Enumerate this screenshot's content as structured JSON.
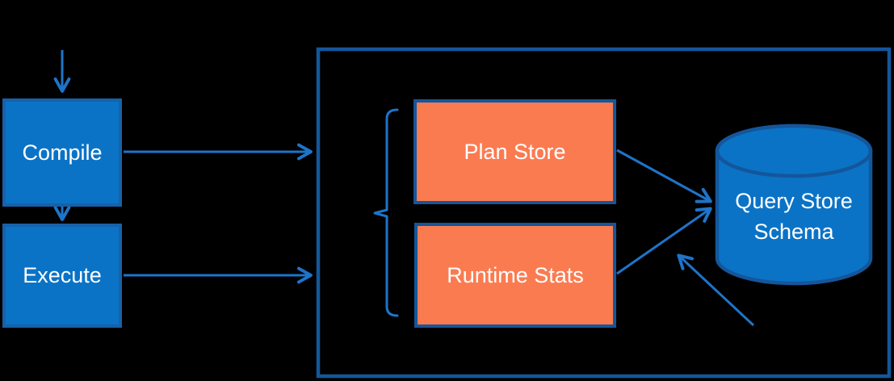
{
  "diagram": {
    "nodes": {
      "compile": {
        "label": "Compile",
        "fill": "#0B73C6"
      },
      "execute": {
        "label": "Execute",
        "fill": "#0B73C6"
      },
      "plan_store": {
        "label": "Plan Store",
        "fill": "#FB7B51"
      },
      "runtime_stats": {
        "label": "Runtime Stats",
        "fill": "#FB7B51"
      },
      "query_store_schema": {
        "label": "Query Store Schema",
        "shape": "database-cylinder",
        "fill": "#0B73C6"
      },
      "container": {
        "label": "",
        "shape": "outlined-rectangle"
      }
    },
    "edges": [
      {
        "from": "offscreen-top",
        "to": "compile"
      },
      {
        "from": "compile",
        "to": "execute"
      },
      {
        "from": "compile",
        "to": "container"
      },
      {
        "from": "execute",
        "to": "container"
      },
      {
        "from": "plan_store",
        "to": "query_store_schema"
      },
      {
        "from": "runtime_stats",
        "to": "query_store_schema"
      },
      {
        "from": "offscreen-bottom-right",
        "to": "query_store_schema-area"
      }
    ],
    "decorations": [
      {
        "name": "grouping-bracket",
        "groups": [
          "plan_store",
          "runtime_stats"
        ]
      }
    ],
    "colors": {
      "background": "#000000",
      "blue_fill": "#0B73C6",
      "blue_border": "#1761A8",
      "orange_fill": "#FB7B51",
      "navy_border": "#14569B",
      "arrow": "#1E74C9",
      "text": "#FFFFFF"
    }
  }
}
